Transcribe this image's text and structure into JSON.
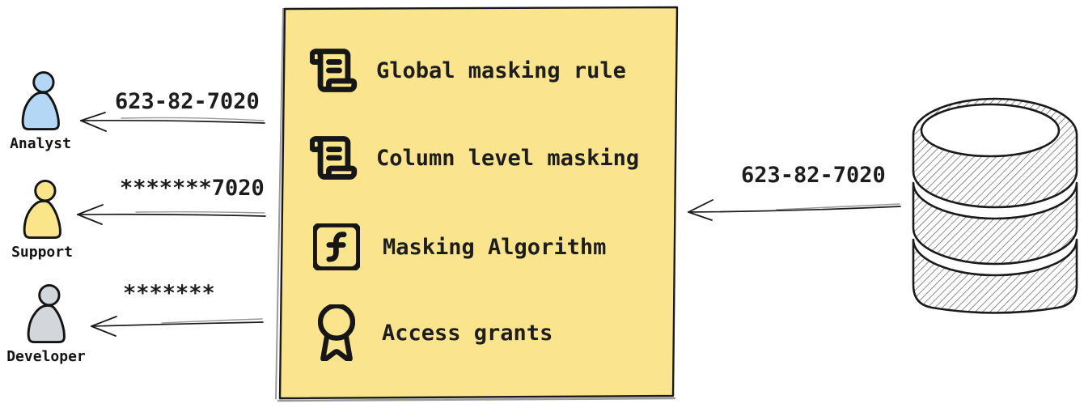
{
  "canvas": {
    "background": "#ffffff",
    "ink": "#1a1a1a",
    "sketch_echo": "#9a9a9a"
  },
  "personas": [
    {
      "name": "Analyst",
      "icon": "person-icon",
      "color": "#b3d7f5",
      "received_value": "623-82-7020"
    },
    {
      "name": "Support",
      "icon": "person-icon",
      "color": "#fbe58a",
      "received_value": "*******7020"
    },
    {
      "name": "Developer",
      "icon": "person-icon",
      "color": "#d3d6db",
      "received_value": "*******"
    }
  ],
  "masking_box": {
    "background": "#fae48e",
    "border": "#1a1a1a",
    "items": [
      {
        "icon": "scroll-text-icon",
        "label": "Global masking rule"
      },
      {
        "icon": "scroll-text-icon",
        "label": "Column level masking"
      },
      {
        "icon": "function-square-icon",
        "label": "Masking Algorithm"
      },
      {
        "icon": "award-icon",
        "label": "Access grants"
      }
    ]
  },
  "database": {
    "icon": "database-icon",
    "sent_value": "623-82-7020"
  }
}
